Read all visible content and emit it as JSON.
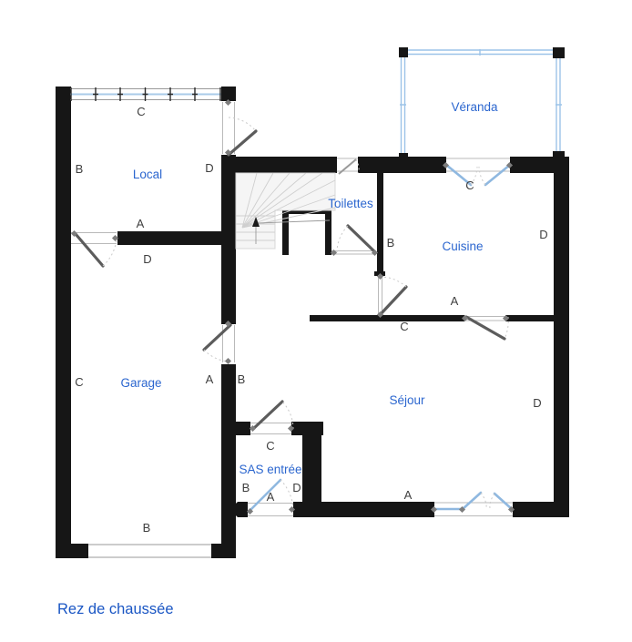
{
  "title": "Rez de chaussée",
  "plan": {
    "rooms": {
      "local": "Local",
      "garage": "Garage",
      "toilettes": "Toilettes",
      "cuisine": "Cuisine",
      "sejour": "Séjour",
      "sas_entree": "SAS entrée",
      "veranda": "Véranda"
    },
    "wall_letters": {
      "local_top": "C",
      "local_left": "B",
      "local_right": "D",
      "local_bottom": "A",
      "garage_top": "D",
      "garage_left": "C",
      "garage_right": "A",
      "garage_bottom": "B",
      "sejour_left": "B",
      "sejour_top": "C",
      "sejour_right": "D",
      "sejour_bottom": "A",
      "cuisine_top": "C",
      "cuisine_left": "B",
      "cuisine_right": "D",
      "cuisine_bottom": "A",
      "sas_top": "C",
      "sas_left": "B",
      "sas_right": "D",
      "sas_bottom": "A"
    },
    "colors": {
      "label_blue": "#2b66cf",
      "title_blue": "#1a56c4",
      "wall_black": "#161616",
      "glazing_blue": "#9cc3e8",
      "door_gray": "#5c5c5c"
    }
  }
}
